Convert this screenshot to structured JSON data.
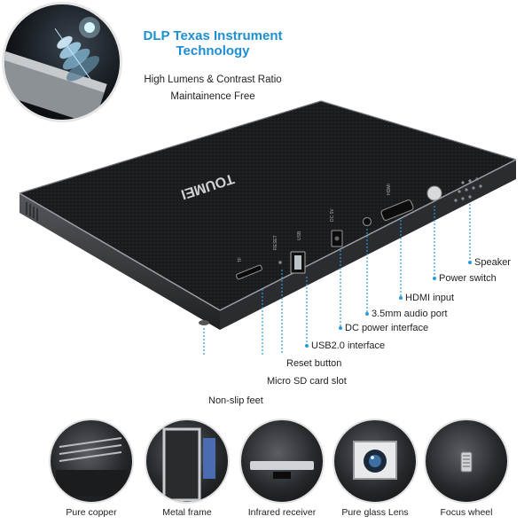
{
  "header": {
    "title_line1": "DLP  Texas Instrument",
    "title_line2": "Technology",
    "feature1": "High Lumens & Contrast Ratio",
    "feature2": "Maintainence Free"
  },
  "device": {
    "brand": "TOUMEI",
    "ports": {
      "tf": "TF",
      "reset": "RESET",
      "usb": "USB",
      "dc": "DC 5V",
      "hdmi": "HDMI"
    }
  },
  "callouts": [
    {
      "label": "Speaker"
    },
    {
      "label": "Power switch"
    },
    {
      "label": "HDMI input"
    },
    {
      "label": "3.5mm audio port"
    },
    {
      "label": "DC power interface"
    },
    {
      "label": "USB2.0 interface"
    },
    {
      "label": "Reset button"
    },
    {
      "label": "Micro SD card slot"
    },
    {
      "label": "Non-slip feet"
    }
  ],
  "thumbnails": [
    {
      "caption": "Pure copper"
    },
    {
      "caption": "Metal frame"
    },
    {
      "caption": "Infrared receiver"
    },
    {
      "caption": "Pure glass Lens"
    },
    {
      "caption": "Focus wheel"
    }
  ],
  "colors": {
    "title": "#1d8fd0",
    "callout_line": "#2b9bd6",
    "device_top": "#1a1b1d",
    "device_side": "#3b3d40"
  }
}
